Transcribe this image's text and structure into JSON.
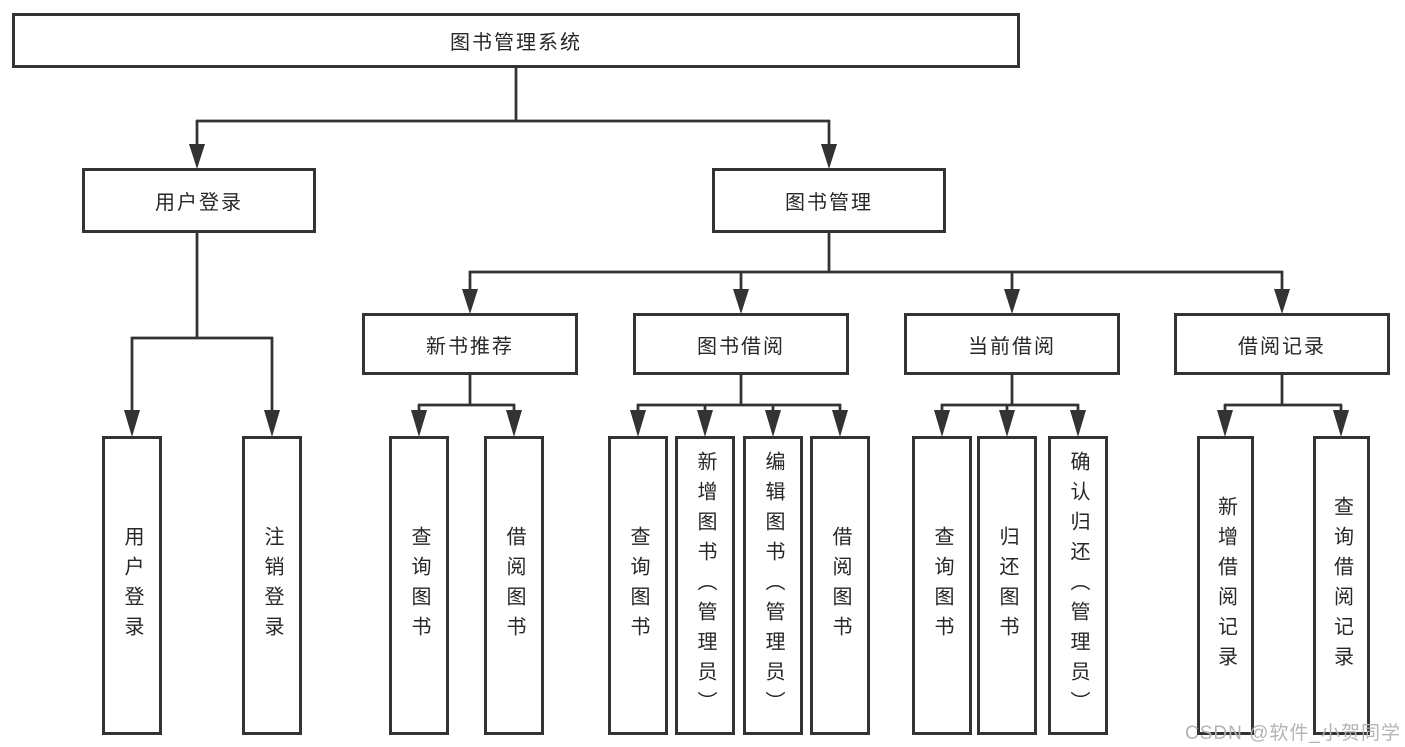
{
  "tree": {
    "root": "图书管理系统",
    "children": [
      {
        "label": "用户登录",
        "children": [
          "用户登录",
          "注销登录"
        ]
      },
      {
        "label": "图书管理",
        "children": [
          {
            "label": "新书推荐",
            "children": [
              "查询图书",
              "借阅图书"
            ]
          },
          {
            "label": "图书借阅",
            "children": [
              "查询图书",
              "新增图书（管理员）",
              "编辑图书（管理员）",
              "借阅图书"
            ]
          },
          {
            "label": "当前借阅",
            "children": [
              "查询图书",
              "归还图书",
              "确认归还（管理员）"
            ]
          },
          {
            "label": "借阅记录",
            "children": [
              "新增借阅记录",
              "查询借阅记录"
            ]
          }
        ]
      }
    ]
  },
  "watermark": {
    "text": "CSDN @软件_小贺同学"
  },
  "colors": {
    "line": "#333333",
    "text": "#272727",
    "background": "#ffffff",
    "watermark": "#b4b4b4"
  }
}
